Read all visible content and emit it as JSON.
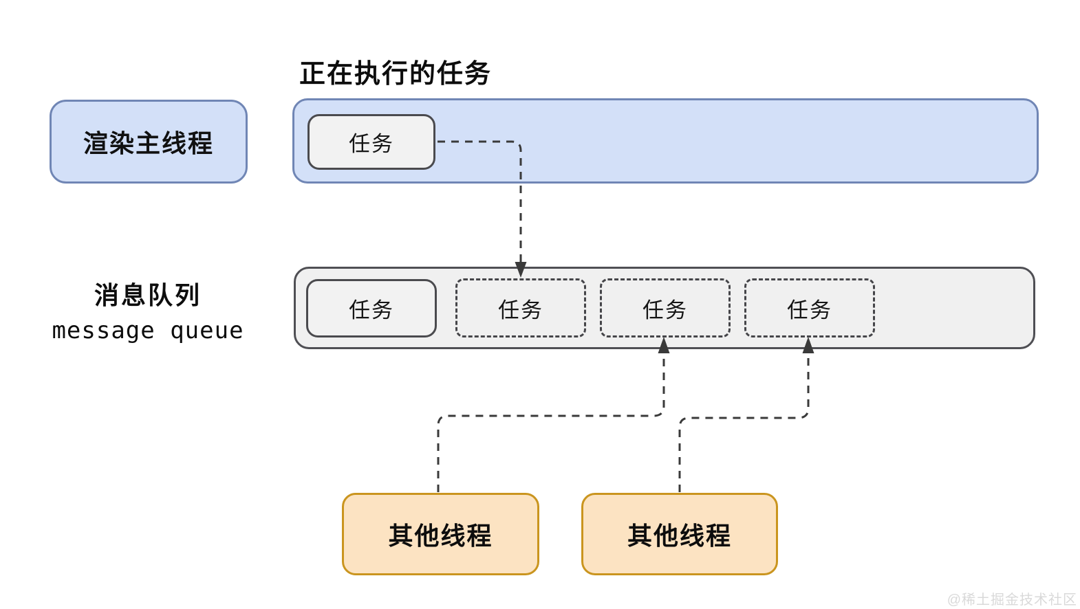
{
  "title": "正在执行的任务",
  "main_thread": {
    "label": "渲染主线程"
  },
  "running_task": {
    "label": "任务"
  },
  "queue": {
    "label_zh": "消息队列",
    "label_en": "message queue",
    "tasks": [
      {
        "label": "任务",
        "style": "solid"
      },
      {
        "label": "任务",
        "style": "dashed"
      },
      {
        "label": "任务",
        "style": "dashed"
      },
      {
        "label": "任务",
        "style": "dashed"
      }
    ]
  },
  "other_threads": [
    {
      "label": "其他线程"
    },
    {
      "label": "其他线程"
    }
  ],
  "watermark": "@稀土掘金技术社区",
  "colors": {
    "blue_fill": "#d3e0f8",
    "blue_border": "#7086b5",
    "gray_fill": "#f0f0f0",
    "gray_border": "#4f4f54",
    "connector": "#3a3a3a",
    "orange_fill": "#fce3c2",
    "orange_border": "#ca951f",
    "text": "#0d0d0d",
    "watermark_text": "#d9d9d9"
  }
}
